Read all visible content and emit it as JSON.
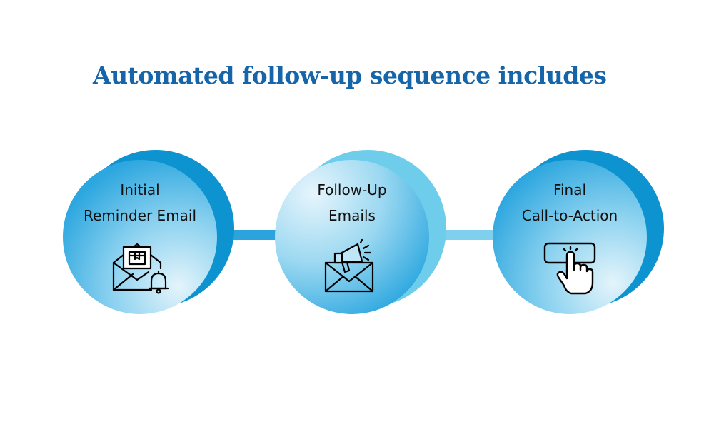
{
  "title": "Automated follow-up sequence includes",
  "colors": {
    "title": "#1565a8",
    "dark_arc": "#0d93d0",
    "light_arc": "#6fcdec",
    "connector": "#7ed0ee",
    "disc_dark": "#28a6df",
    "disc_light": "#dff2fb"
  },
  "steps": [
    {
      "line1": "Initial",
      "line2": "Reminder Email",
      "icon": "email-bell-icon"
    },
    {
      "line1": "Follow-Up",
      "line2": "Emails",
      "icon": "email-megaphone-icon"
    },
    {
      "line1": "Final",
      "line2": "Call-to-Action",
      "icon": "click-button-icon"
    }
  ]
}
